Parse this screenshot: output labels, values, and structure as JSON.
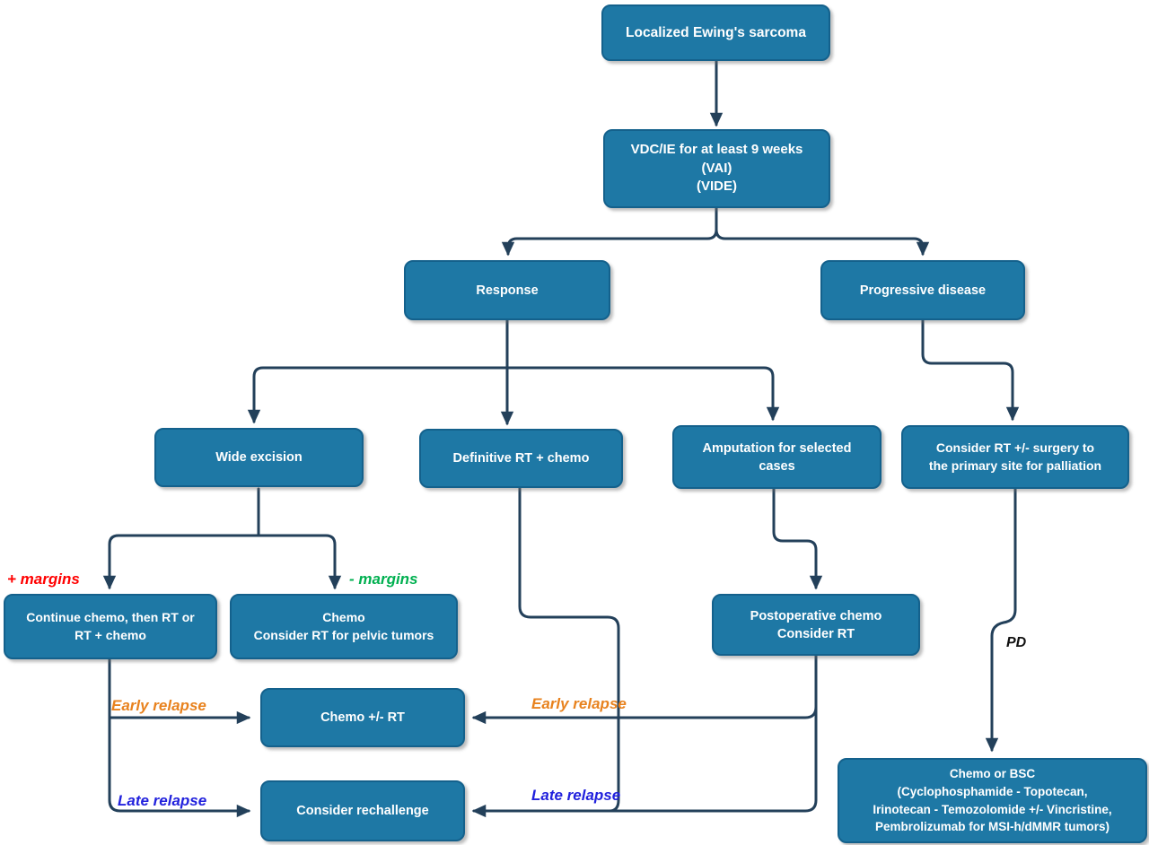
{
  "nodes": {
    "root": {
      "lines": [
        "Localized Ewing's sarcoma"
      ]
    },
    "vdc": {
      "lines": [
        "VDC/IE for at least 9 weeks",
        "(VAI)",
        "(VIDE)"
      ]
    },
    "response": {
      "lines": [
        "Response"
      ]
    },
    "progressive": {
      "lines": [
        "Progressive disease"
      ]
    },
    "wide_excision": {
      "lines": [
        "Wide excision"
      ]
    },
    "definitive_rt": {
      "lines": [
        "Definitive RT + chemo"
      ]
    },
    "amputation": {
      "lines": [
        "Amputation for selected",
        "cases"
      ]
    },
    "consider_rt_surgery": {
      "lines": [
        "Consider RT +/- surgery to",
        "the primary site for palliation"
      ]
    },
    "continue_chemo": {
      "lines": [
        "Continue chemo, then RT or",
        "RT + chemo"
      ]
    },
    "chemo_pelvic": {
      "lines": [
        "Chemo",
        "Consider RT for pelvic tumors"
      ]
    },
    "postop_chemo": {
      "lines": [
        "Postoperative chemo",
        "Consider RT"
      ]
    },
    "chemo_rt": {
      "lines": [
        "Chemo +/- RT"
      ]
    },
    "consider_rechallenge": {
      "lines": [
        "Consider rechallenge"
      ]
    },
    "chemo_bsc": {
      "lines": [
        "Chemo or BSC",
        "(Cyclophosphamide - Topotecan,",
        "Irinotecan - Temozolomide +/- Vincristine,",
        "Pembrolizumab for MSI-h/dMMR tumors)"
      ]
    }
  },
  "labels": {
    "plus_margins": "+ margins",
    "minus_margins": "- margins",
    "early_relapse_left": "Early relapse",
    "early_relapse_right": "Early relapse",
    "late_relapse_left": "Late relapse",
    "late_relapse_right": "Late relapse",
    "pd": "PD"
  },
  "colors": {
    "node_fill": "#1e78a5",
    "node_border": "#14618c",
    "connector": "#23405a",
    "plus_color": "#ff0000",
    "minus_color": "#00b050",
    "early_color": "#e8821e",
    "late_color": "#2222dd",
    "pd_color": "#111111"
  }
}
